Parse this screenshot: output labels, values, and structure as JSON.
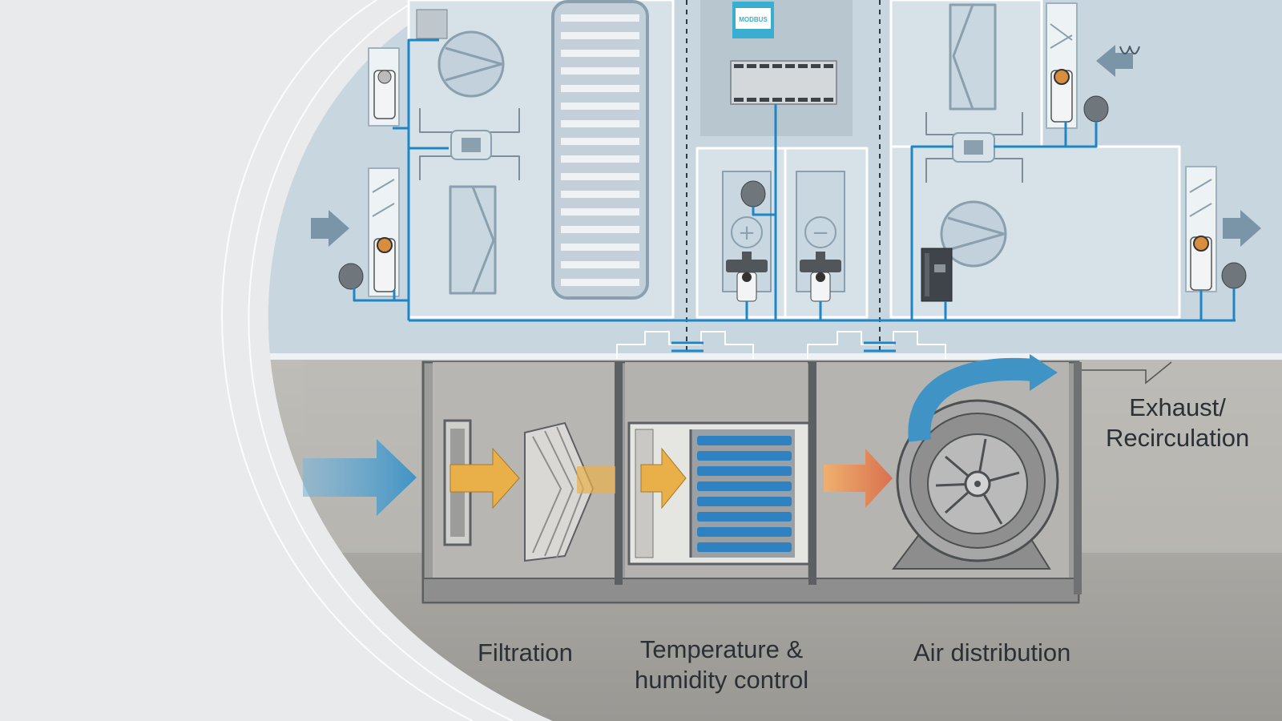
{
  "labels": {
    "filtration": "Filtration",
    "temperature_line1": "Temperature &",
    "temperature_line2": "humidity control",
    "air_distribution": "Air distribution",
    "exhaust_line1": "Exhaust/",
    "exhaust_line2": "Recirculation"
  },
  "controller_badge": "MODBUS",
  "valve_symbols": {
    "heating": "+",
    "cooling": "−"
  },
  "colors": {
    "control_line": "#1f86c6",
    "schematic_bg": "#c7d6e0",
    "airflow_in": "#3f93c5",
    "filtered_air": "#e9b04a",
    "heated_air": "#e2895a",
    "coil": "#2f82c2",
    "housing": "#8a8d8f"
  },
  "icons": [
    "arrow-right-icon",
    "fan-icon",
    "filter-icon",
    "damper-icon",
    "actuator-icon",
    "valve-icon",
    "plc-icon",
    "drive-icon",
    "coil-icon"
  ]
}
